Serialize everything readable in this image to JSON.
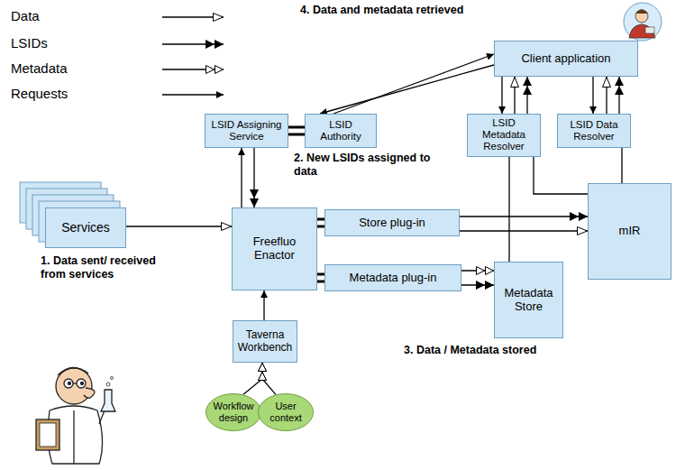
{
  "diagram": {
    "nodes": [
      {
        "text": [
          "Client application"
        ]
      },
      {
        "text": [
          "LSID Assigning Service"
        ]
      },
      {
        "text": [
          "LSID Authority"
        ]
      },
      {
        "text": [
          "LSID Metadata Resolver"
        ]
      },
      {
        "text": [
          "LSID Data Resolver"
        ]
      },
      {
        "text": [
          "Services"
        ]
      },
      {
        "text": [
          "Freefluo Enactor"
        ]
      },
      {
        "text": [
          "Store plug-in"
        ]
      },
      {
        "text": [
          "mIR"
        ]
      },
      {
        "text": [
          "Metadata plug-in"
        ]
      },
      {
        "text": [
          "Metadata Store"
        ]
      },
      {
        "text": [
          "Taverna Workbench"
        ]
      },
      {
        "text": [
          "Workflow design"
        ]
      },
      {
        "text": [
          "User context"
        ]
      }
    ],
    "edges": [
      {
        "from": 0,
        "to": 2,
        "arrow": "to"
      },
      {
        "from": 2,
        "to": 0,
        "arrow": "to"
      },
      {
        "from": 0,
        "to": 3,
        "arrow": "to"
      },
      {
        "from": 3,
        "to": 0,
        "arrow": "to"
      },
      {
        "from": 3,
        "to": 0,
        "arrow": "to"
      },
      {
        "from": 0,
        "to": 4,
        "arrow": "to"
      },
      {
        "from": 4,
        "to": 0,
        "arrow": "to"
      },
      {
        "from": 4,
        "to": 0,
        "arrow": "to"
      },
      {
        "from": 1,
        "to": 2,
        "arrow": "none"
      },
      {
        "from": 6,
        "to": 1,
        "arrow": "to"
      },
      {
        "from": 1,
        "to": 6,
        "arrow": "to"
      },
      {
        "from": 5,
        "to": 6,
        "arrow": "to"
      },
      {
        "from": 6,
        "to": 7,
        "arrow": "none"
      },
      {
        "from": 6,
        "to": 9,
        "arrow": "none"
      },
      {
        "from": 7,
        "to": 8,
        "arrow": "to"
      },
      {
        "from": 7,
        "to": 8,
        "arrow": "to"
      },
      {
        "from": 9,
        "to": 10,
        "arrow": "to"
      },
      {
        "from": 9,
        "to": 10,
        "arrow": "to"
      },
      {
        "from": 11,
        "to": 6,
        "arrow": "to"
      },
      {
        "from": 12,
        "to": 11,
        "arrow": "to"
      },
      {
        "from": 13,
        "to": 11,
        "arrow": "to"
      },
      {
        "from": 3,
        "to": 10,
        "arrow": "none"
      },
      {
        "from": 3,
        "to": 8,
        "arrow": "none"
      },
      {
        "from": 4,
        "to": 8,
        "arrow": "none"
      }
    ],
    "labels": [
      "4. Data and metadata retrieved",
      "2. New LSIDs assigned to data",
      "1. Data sent/ received from services",
      "3. Data / Metadata stored"
    ],
    "legend": [
      {
        "text": "Data"
      },
      {
        "text": "LSIDs"
      },
      {
        "text": "Metadata"
      },
      {
        "text": "Requests"
      }
    ]
  }
}
